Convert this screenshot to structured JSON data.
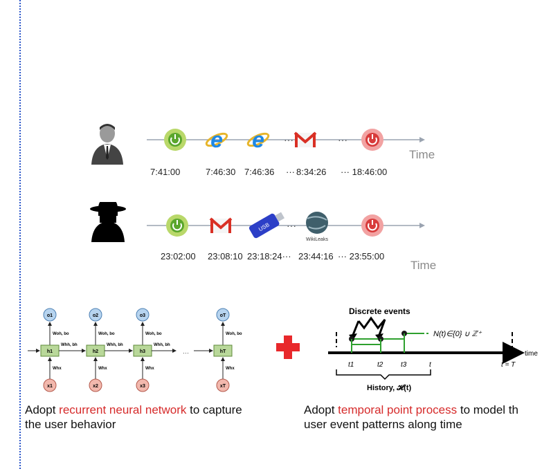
{
  "timeline1": {
    "times": [
      "7:41:00",
      "7:46:30",
      "7:46:36",
      "···",
      "8:34:26",
      "··· 18:46:00"
    ],
    "axis_label": "Time",
    "ellipsis": [
      "···",
      "···"
    ]
  },
  "timeline2": {
    "times": [
      "23:02:00",
      "23:08:10",
      "23:18:24···",
      "23:44:16",
      "··· 23:55:00"
    ],
    "axis_label": "Time",
    "ellipsis": [
      "···"
    ],
    "usb_text": "USB",
    "wikileaks_text": "WikiLeaks"
  },
  "rnn": {
    "outputs": [
      "o1",
      "o2",
      "o3",
      "oT"
    ],
    "hidden": [
      "h1",
      "h2",
      "h3",
      "hT"
    ],
    "inputs": [
      "x1",
      "x2",
      "x3",
      "xT"
    ],
    "w_out": "Woh, bo",
    "w_hh": "Whh, bh",
    "w_in": "Whx",
    "ellipsis": "···",
    "caption_pre": "Adopt ",
    "caption_hl": "recurrent neural network",
    "caption_post": " to capture",
    "caption_line2": "the user behavior"
  },
  "tpp": {
    "title": "Discrete events",
    "counting": "N(t)∈{0} ∪ ℤ⁺",
    "ticks": [
      "t1",
      "t2",
      "t3",
      "t",
      "t = T"
    ],
    "axis": "time",
    "history": "History, 𝓗(t)",
    "caption_pre": "Adopt ",
    "caption_hl": "temporal point process",
    "caption_post": " to model th",
    "caption_line2": "user event patterns along time"
  },
  "colors": {
    "caption_highlight": "#d62b2b",
    "plus": "#e8282b",
    "step_line": "#2ea02e",
    "dotted_border": "#2a55c9",
    "time_label": "#8a8a8a"
  }
}
